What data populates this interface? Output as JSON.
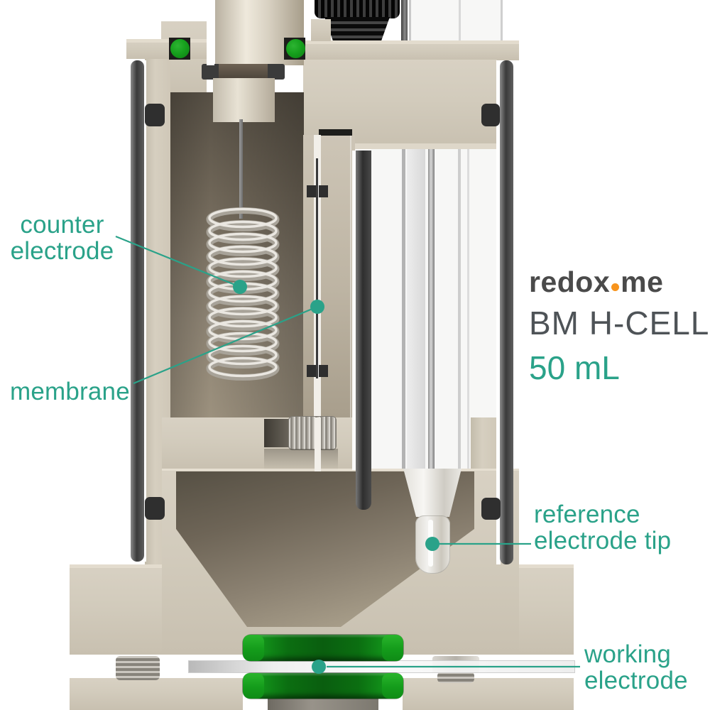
{
  "brand": {
    "logo_prefix": "redox",
    "logo_suffix": "me",
    "model": "BM H-CELL",
    "volume": "50 mL"
  },
  "callouts": {
    "counter_electrode": {
      "text": "counter electrode"
    },
    "membrane": {
      "text": "membrane"
    },
    "reference_electrode_tip": {
      "text": "reference electrode tip"
    },
    "working_electrode": {
      "text": "working electrode"
    }
  },
  "colors": {
    "accent_teal": "#2aa289",
    "logo_dot_orange": "#f7941d",
    "logo_text_gray": "#4a4a4a",
    "model_text_gray": "#4e5357",
    "oring_green": "#12a019",
    "seal_green": "#0b6e11",
    "body_beige": "#d3ccbd",
    "gasket_dark": "#2f2f2f"
  }
}
